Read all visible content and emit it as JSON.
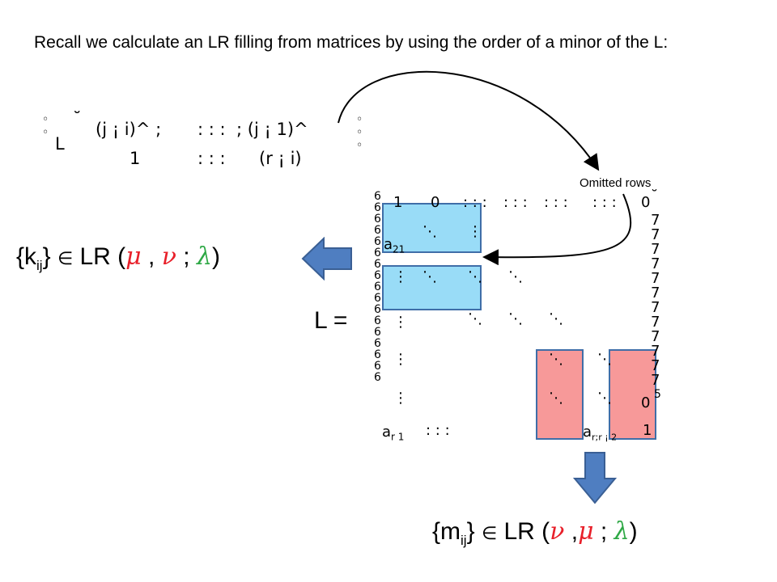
{
  "intro": "Recall we calculate an LR filling from matrices by using the order of a minor of the L:",
  "minor": {
    "top_left": "◦",
    "top_mid": "˘",
    "row1_a": "(j ¡ i)^ ;",
    "row1_dots": ": : :",
    "row1_b": "; (j ¡ 1)^",
    "l_symbol": "L",
    "row2_a": "1",
    "row2_dots": ": : :",
    "row2_b": "(r ¡ i)",
    "right_mark": "◦"
  },
  "omitted_label": "Omitted rows",
  "matrix": {
    "label": "L =",
    "row0": [
      "1",
      "0",
      ": : :",
      ": : :",
      ": : :",
      ": : :",
      "0"
    ],
    "a21": "a",
    "a21_sub": "21",
    "ar1": "a",
    "ar1_sub": "r 1",
    "ar1_dots": ": : :",
    "arr": "a",
    "arr_sub": "r;r ¡ 2",
    "diag_one": "1",
    "diag_zero": "0",
    "bracket_top": "˘",
    "bracket_bottom": "5",
    "right_col": "7",
    "left_col": "6"
  },
  "left_formula": {
    "brace_open": "{k",
    "sub": "ij",
    "brace_close": "}",
    "in": "∈",
    "lr": "LR (",
    "g1": "μ",
    "sep1": " ,",
    "g2": "ν",
    "sep2": " ;",
    "g3": "λ",
    "close": ")"
  },
  "bottom_formula": {
    "brace_open": "{m",
    "sub": "ij",
    "brace_close": "}",
    "in": "∈",
    "lr": "LR (",
    "g1": "ν",
    "sep1": " ,",
    "g2": "μ",
    "sep2": " ;",
    "g3": "λ",
    "close": ")"
  },
  "colors": {
    "blue_fill": "#99dcf7",
    "red_fill": "#f79999",
    "box_border": "#3f6ea8",
    "arrow_fill": "#4f7ec1",
    "mu_color": "#e8202a",
    "lambda_color": "#2ea845"
  }
}
